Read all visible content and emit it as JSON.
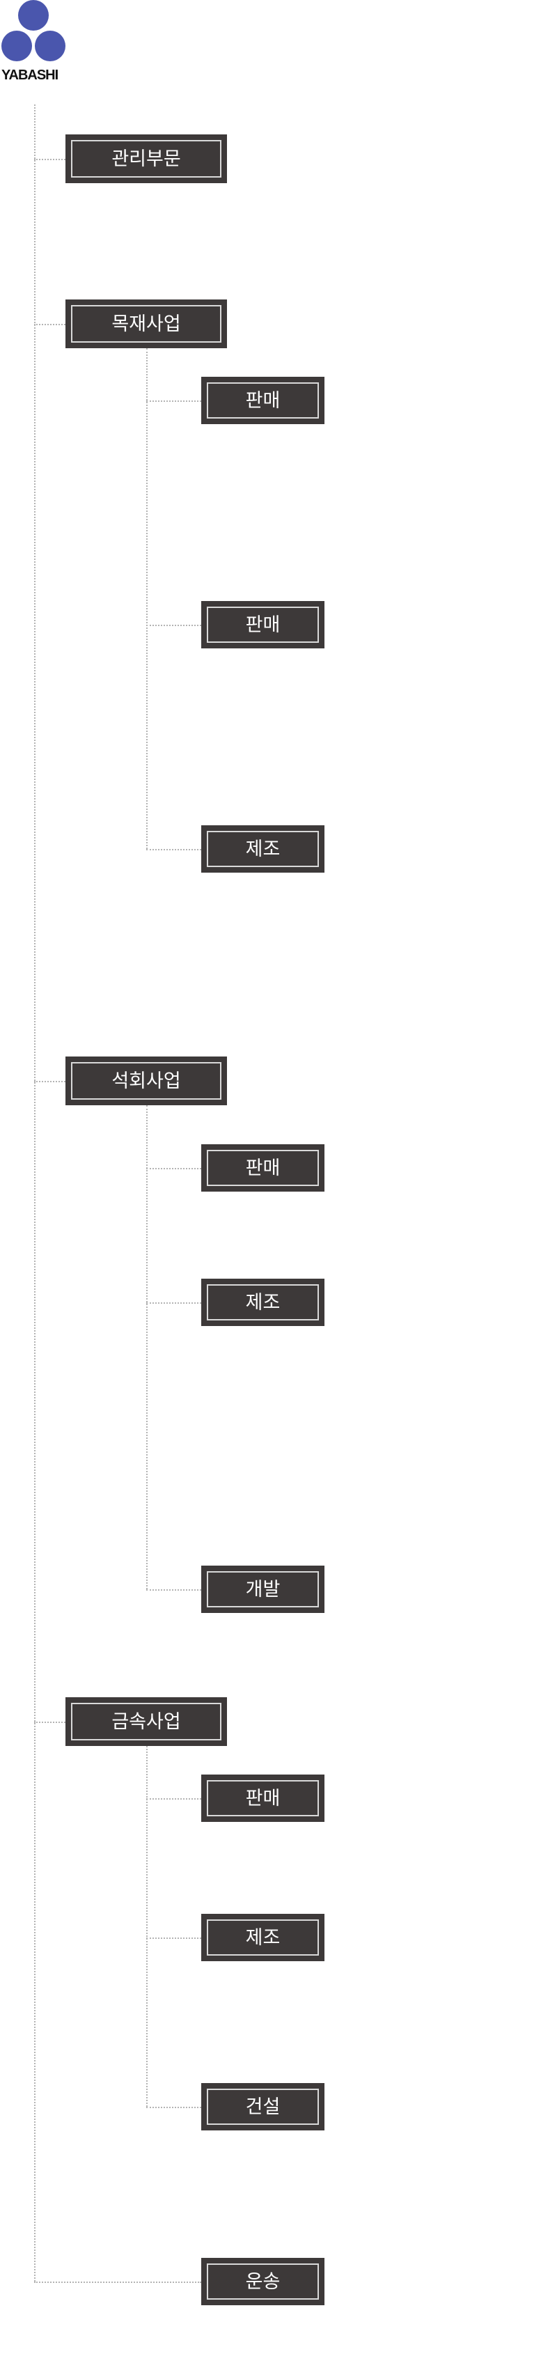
{
  "logo": {
    "text": "YABASHI",
    "color": "#4a56ad",
    "icon": "three-circle-logo"
  },
  "tree": {
    "divisions": [
      {
        "label": "관리부문",
        "children": []
      },
      {
        "label": "목재사업",
        "children": [
          {
            "label": "판매"
          },
          {
            "label": "판매"
          },
          {
            "label": "제조"
          }
        ]
      },
      {
        "label": "석회사업",
        "children": [
          {
            "label": "판매"
          },
          {
            "label": "제조"
          },
          {
            "label": "개발"
          }
        ]
      },
      {
        "label": "금속사업",
        "children": [
          {
            "label": "판매"
          },
          {
            "label": "제조"
          },
          {
            "label": "건설"
          }
        ]
      },
      {
        "label": "운송",
        "children": []
      }
    ]
  },
  "colors": {
    "node_bg": "#3d3939",
    "node_border": "#d9d9d9",
    "node_text": "#ffffff",
    "connector": "#b3b3b3"
  }
}
